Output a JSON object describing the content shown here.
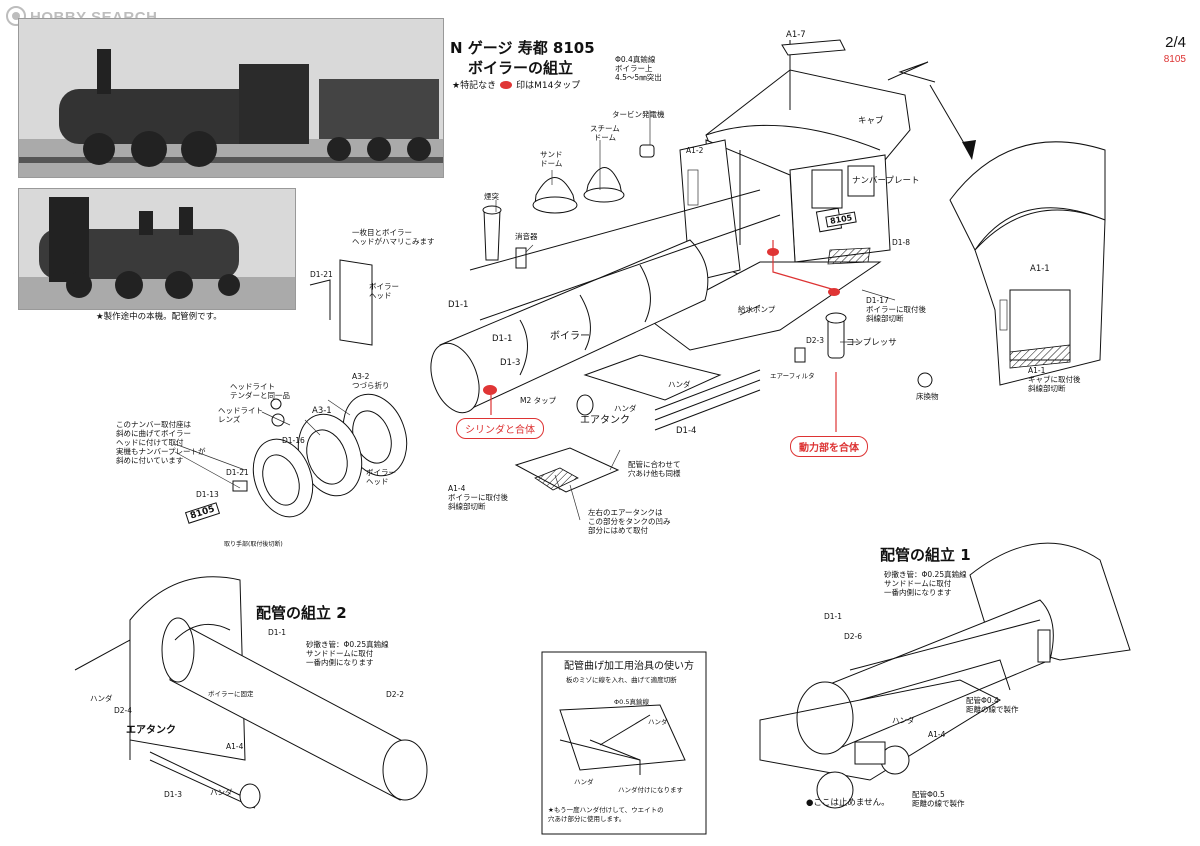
{
  "watermark": {
    "brand": "HOBBY SEARCH"
  },
  "page": {
    "number": "2/4",
    "code": "8105"
  },
  "heading": {
    "title": "N ゲージ 寿都 8105",
    "subtitle": "ボイラーの組立",
    "note_prefix": "★特記なき",
    "note_suffix": "印はM14タップ"
  },
  "photo_caption": "★製作途中の本機。配管例です。",
  "labels": {
    "a1_7": "A1-7",
    "wire04": "Φ0.4真鍮線\nボイラー上\n4.5～5㎜突出",
    "turbine": "タービン発電機",
    "steam_dome": "スチーム\nドーム",
    "sand_dome": "サンド\nドーム",
    "chimney": "煙突",
    "muffler": "消音器",
    "a1_2": "A1-2",
    "cab": "キャブ",
    "number_plate": "ナンバープレート",
    "d1_8": "D1-8",
    "one_piece": "一枚目とボイラー\nヘッドがハマリこみます",
    "boiler_head_top": "ボイラー\nヘッド",
    "d1_21_top": "D1-21",
    "d1_1a": "D1-1",
    "d1_1b": "D1-1",
    "d1_3": "D1-3",
    "boiler": "ボイラー",
    "water_pump": "給水ポンプ",
    "d1_17": "D1-17\nボイラーに取付後\n斜線部切断",
    "d2_3": "D2-3",
    "compressor": "コンプレッサ",
    "air_filter": "エアーフィルタ",
    "floor_lamp": "床換物",
    "a1_1": "A1-1",
    "a1_1b": "A1-1\nキャブに取付後\n斜線部切断",
    "solder_a": "ハンダ",
    "solder_b": "ハンダ",
    "d1_4": "D1-4",
    "m2_tap": "M2 タップ",
    "headlight_tender": "ヘッドライト\nテンダーと同一品",
    "headlight_lens": "ヘッドライト\nレンズ",
    "a3_1": "A3-1",
    "a3_2": "A3-2\nつづら折り",
    "d1_16": "D1-16",
    "boiler_head_bottom": "ボイラー\nヘッド",
    "number_mount": "このナンバー取付座は\n斜めに曲げてボイラー\nヘッドに付けて取付\n実機もナンバープレートが\n斜めに付いています",
    "d1_21": "D1-21",
    "d1_13": "D1-13",
    "plate_8105": "8105",
    "cut_note": "取り手部(取付後切断)",
    "air_tank": "エアタンク",
    "a1_4": "A1-4\nボイラーに取付後\n斜線部切断",
    "pipe_match": "配管に合わせて\n穴あけ他も同様",
    "tank_note": "左右のエアータンクは\nこの部分をタンクの凹み\n部分にはめて取付"
  },
  "callouts": {
    "cylinder": "シリンダと合体",
    "power_unit": "動力部を合体"
  },
  "piping2": {
    "title": "配管の組立 2",
    "d1_1": "D1-1",
    "sand_pipe": "砂撒き管：Φ0.25真鍮線\nサンドドームに取付\n一番内側になります",
    "boiler_fix": "ボイラーに固定",
    "d2_2": "D2-2",
    "solder": "ハンダ",
    "d2_4": "D2-4",
    "air_tank": "エアタンク",
    "a1_4": "A1-4",
    "d1_3": "D1-3",
    "solder2": "ハンダ"
  },
  "jig": {
    "title": "配管曲げ加工用治具の使い方",
    "sub": "板のミゾに線を入れ、曲げて適度切断",
    "wire": "Φ0.5真鍮線",
    "solder_top": "ハンダ",
    "solder_bottom": "ハンダ",
    "bend": "ハンダ付けになります",
    "note": "★もう一度ハンダ付けして、ウエイトの\n穴あけ部分に使用します。"
  },
  "piping1": {
    "title": "配管の組立 1",
    "sand_pipe": "砂撒き管：Φ0.25真鍮線\nサンドドームに取付\n一番内側になります",
    "d1_1": "D1-1",
    "d2_6": "D2-6",
    "pipe04": "配管Φ0.4\n距離の線で製作",
    "a1_4": "A1-4",
    "solder": "ハンダ",
    "pipe05": "配管Φ0.5\n距離の線で製作",
    "stop_here": "●ここは止めません。"
  }
}
